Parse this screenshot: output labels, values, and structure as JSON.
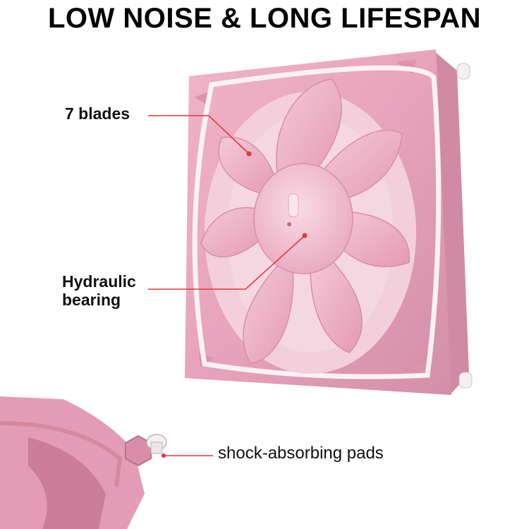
{
  "headline": "LOW NOISE & LONG LIFESPAN",
  "callouts": {
    "blades": "7 blades",
    "bearing_line1": "Hydraulic",
    "bearing_line2": "bearing",
    "pads": "shock-absorbing pads"
  },
  "colors": {
    "fan_body": "#e7a3bb",
    "fan_light": "#f3c4d4",
    "fan_dark": "#c9839e",
    "ring_white": "#f7f2f4",
    "callout_line": "#e0393b"
  }
}
